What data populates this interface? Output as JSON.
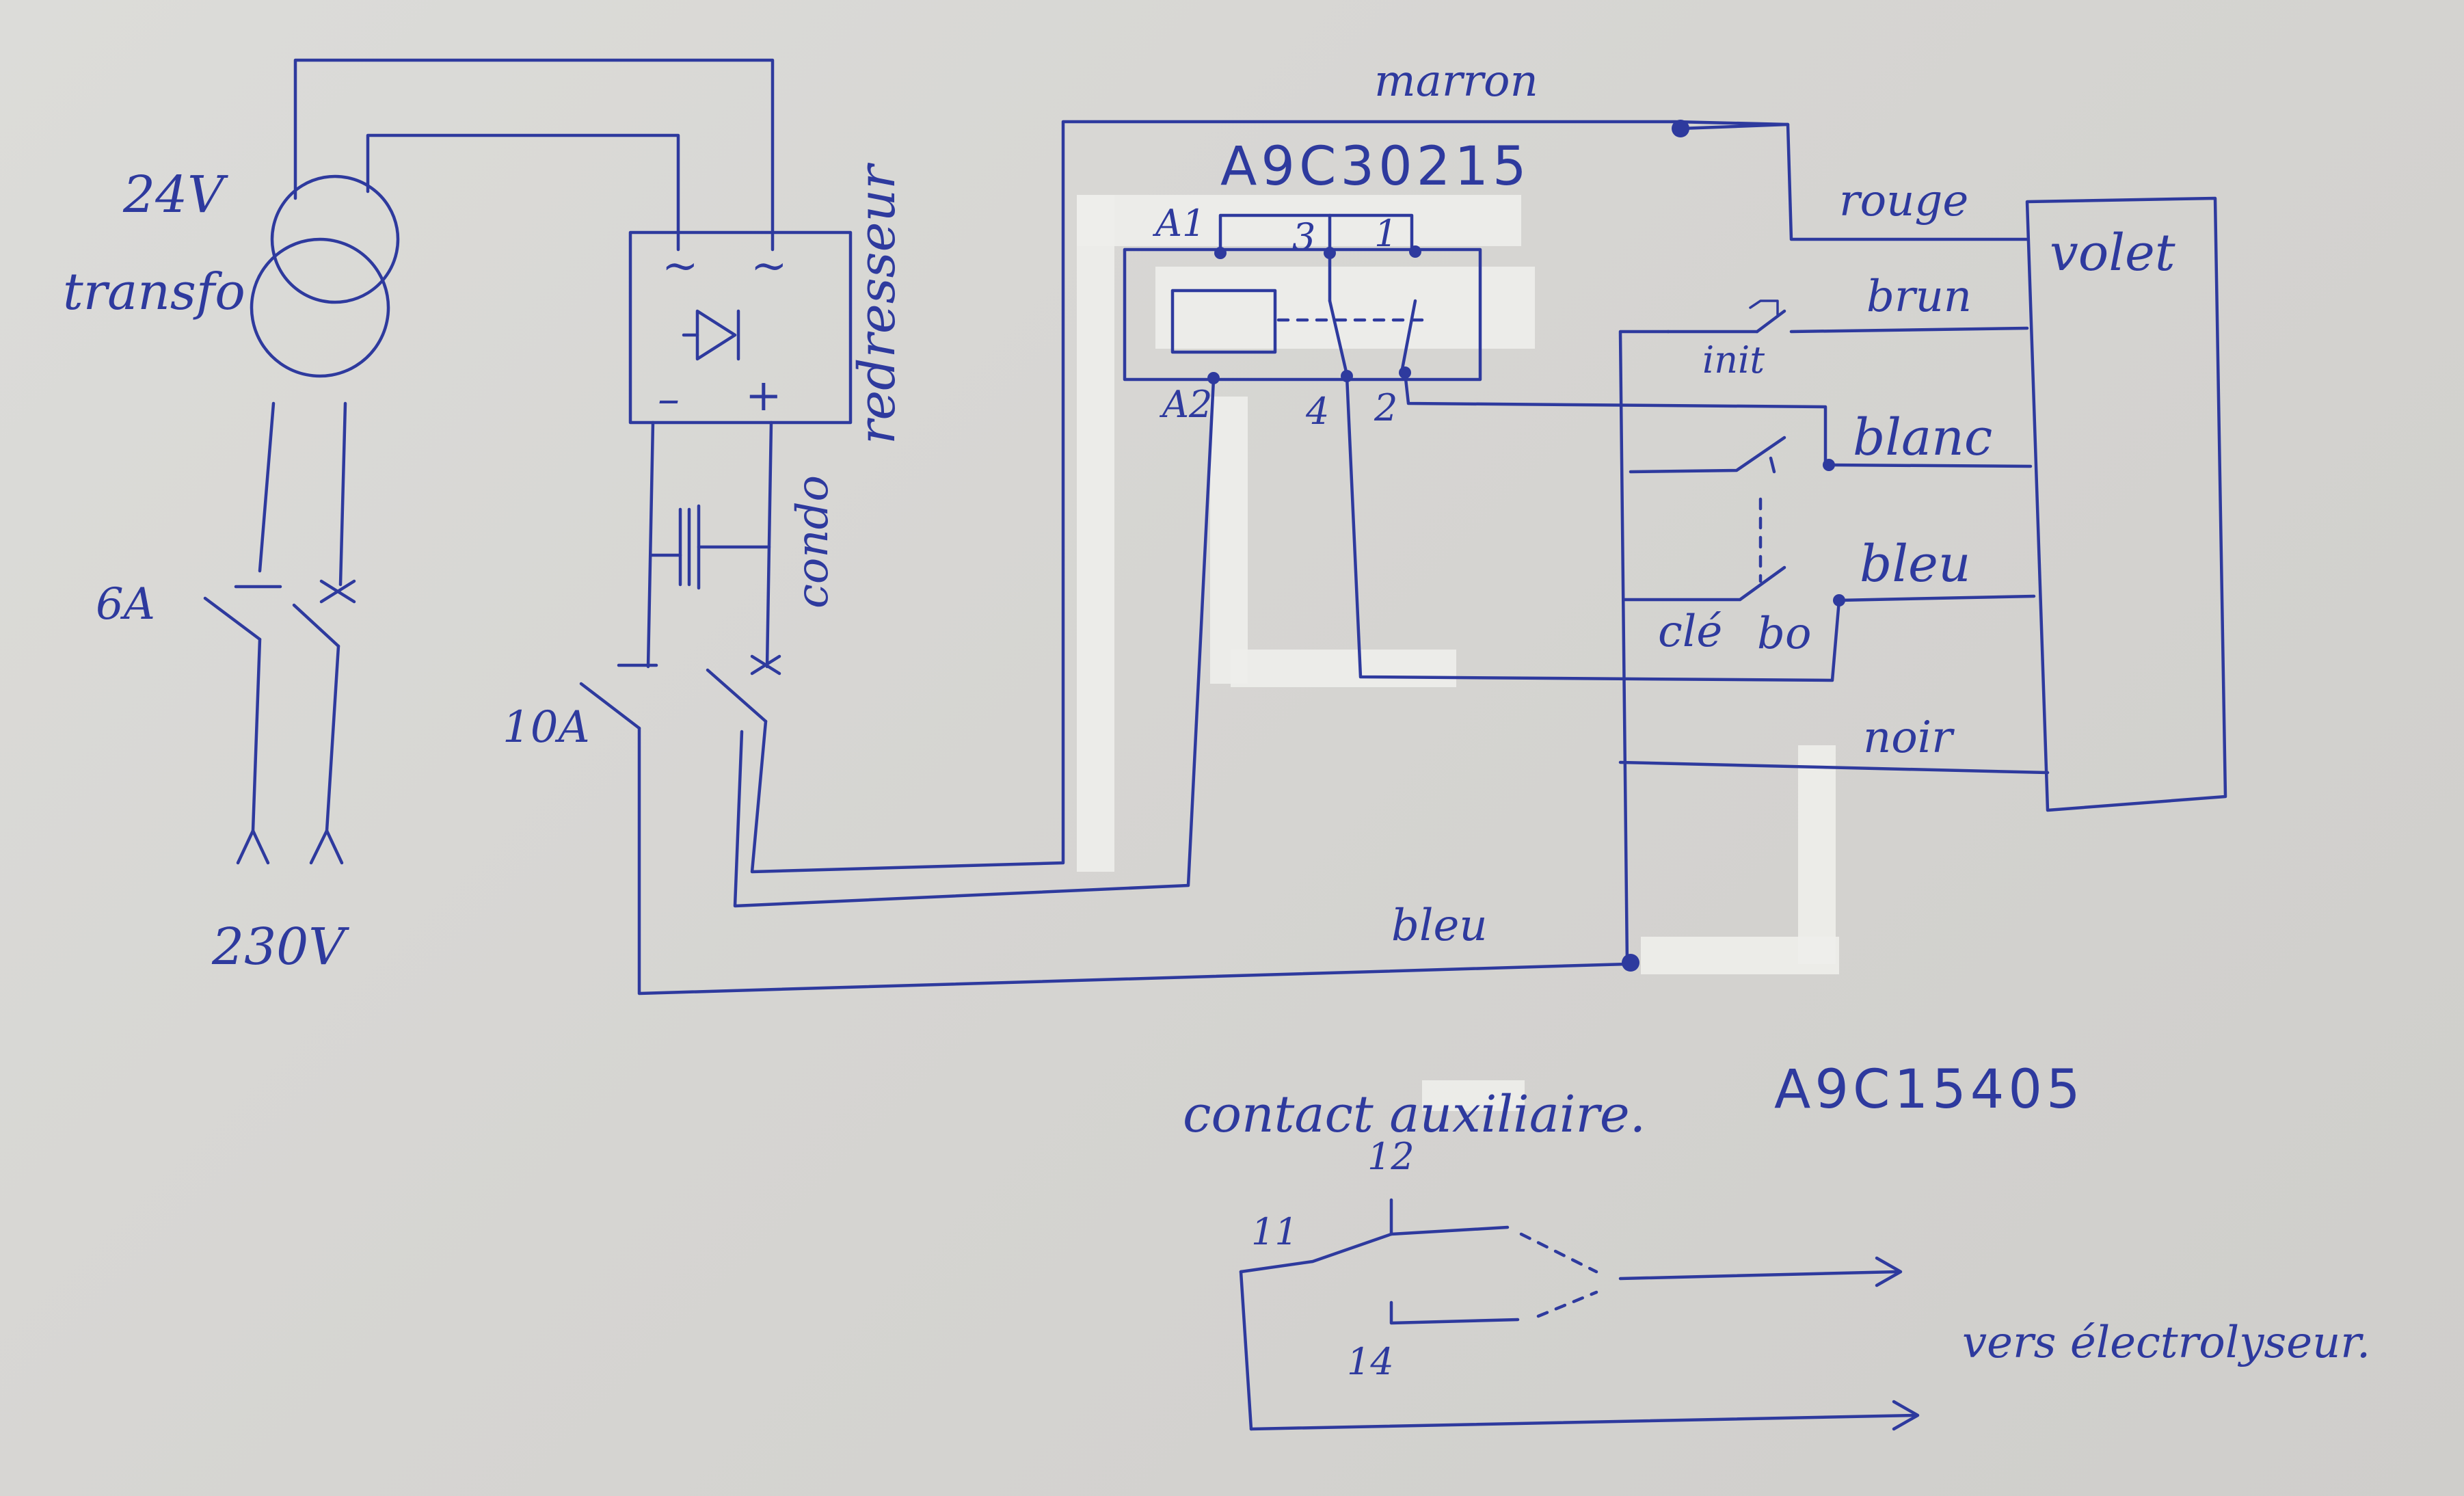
{
  "transformer": {
    "voltage": "24V",
    "name": "transfo"
  },
  "mains": {
    "breaker_rating": "6A",
    "voltage": "230V"
  },
  "rectifier": {
    "ac_in_1": "~",
    "ac_in_2": "~",
    "negative": "–",
    "positive": "+",
    "name": "redresseur"
  },
  "capacitor": {
    "name": "condo"
  },
  "breaker_dc": {
    "rating": "10A"
  },
  "relay": {
    "reference": "A9C30215",
    "terminal_a1": "A1",
    "terminal_a2": "A2",
    "terminal_1": "1",
    "terminal_2": "2",
    "terminal_3": "3",
    "terminal_4": "4"
  },
  "wires": {
    "marron": "marron",
    "rouge": "rouge",
    "brun": "brun",
    "blanc": "blanc",
    "bleu_motor": "bleu",
    "noir": "noir",
    "bleu_common": "bleu"
  },
  "motor": {
    "name": "volet"
  },
  "switches": {
    "init": "init",
    "cle": "clé",
    "bo": "bo"
  },
  "aux_contact": {
    "caption": "contact auxiliaire.",
    "reference": "A9C15405",
    "terminal_11": "11",
    "terminal_12": "12",
    "terminal_14": "14",
    "destination": "vers électrolyseur."
  },
  "colors": {
    "ink": "#2e3a9e",
    "paper": "#d8d7d4",
    "tape": "#eeeeea"
  }
}
